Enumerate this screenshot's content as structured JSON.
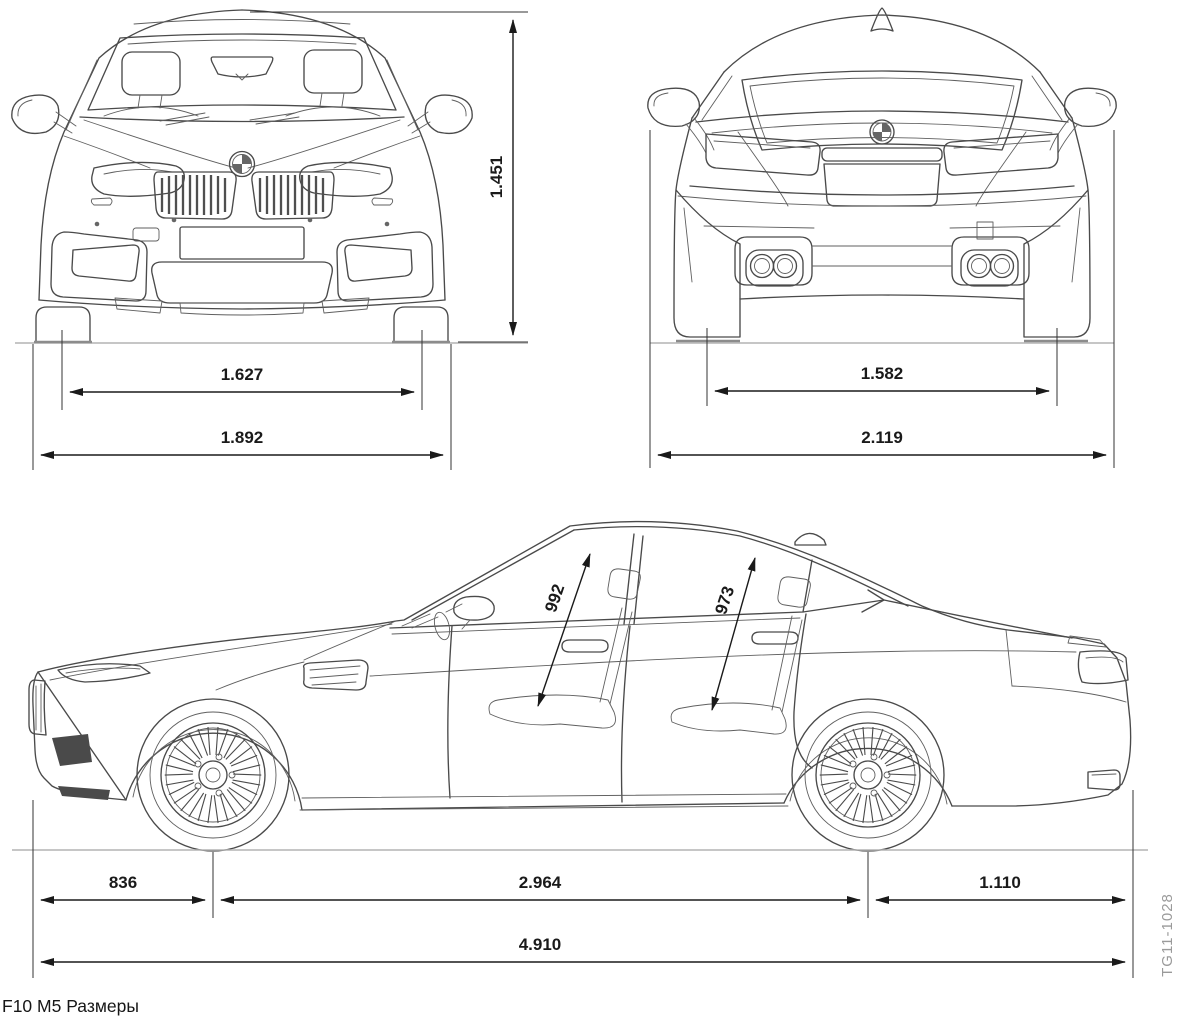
{
  "page": {
    "caption": "F10 M5 Размеры",
    "drawing_code": "TG11-1028"
  },
  "colors": {
    "car_line": "#4a4a4a",
    "dimension_line": "#1a1a1a",
    "ground_line": "#b4b4b4",
    "code_text": "#9a9a9a",
    "background": "#ffffff"
  },
  "front_view": {
    "dims": {
      "height": "1.451",
      "track": "1.627",
      "width": "1.892"
    }
  },
  "rear_view": {
    "dims": {
      "track": "1.582",
      "width": "2.119"
    }
  },
  "side_view": {
    "dims": {
      "front_aperture": "992",
      "rear_aperture": "973",
      "front_overhang": "836",
      "wheelbase": "2.964",
      "rear_overhang": "1.110",
      "length": "4.910"
    }
  }
}
